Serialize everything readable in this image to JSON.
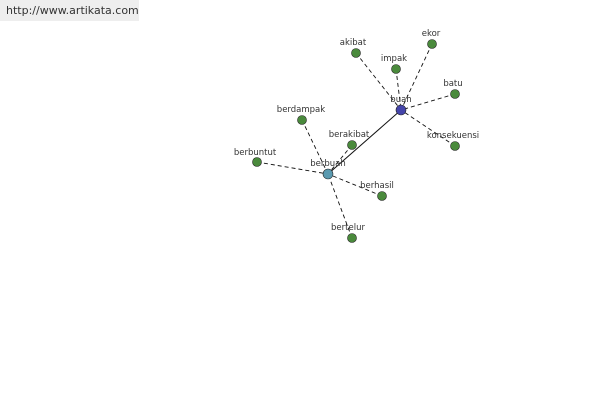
{
  "header": {
    "url_text": "http://www.artikata.com",
    "background_color": "#eeeeee"
  },
  "graph": {
    "colors": {
      "leaf_node": "#4a8a3c",
      "hub_primary": "#4444aa",
      "hub_secondary": "#5a9ab0",
      "edge": "#111111"
    },
    "hubs": [
      {
        "id": "buah",
        "label": "buah",
        "style": "primary"
      },
      {
        "id": "berbuah",
        "label": "berbuah",
        "style": "secondary"
      }
    ],
    "leaves": [
      {
        "id": "akibat",
        "label": "akibat",
        "hub": "buah"
      },
      {
        "id": "impak",
        "label": "impak",
        "hub": "buah"
      },
      {
        "id": "ekor",
        "label": "ekor",
        "hub": "buah"
      },
      {
        "id": "batu",
        "label": "batu",
        "hub": "buah"
      },
      {
        "id": "konsekuensi",
        "label": "konsekuensi",
        "hub": "buah"
      },
      {
        "id": "berdampak",
        "label": "berdampak",
        "hub": "berbuah"
      },
      {
        "id": "berakibat",
        "label": "berakibat",
        "hub": "berbuah"
      },
      {
        "id": "berbuntut",
        "label": "berbuntut",
        "hub": "berbuah"
      },
      {
        "id": "berhasil",
        "label": "berhasil",
        "hub": "berbuah"
      },
      {
        "id": "bertelur",
        "label": "bertelur",
        "hub": "berbuah"
      }
    ],
    "links": [
      {
        "from": "buah",
        "to": "berbuah",
        "style": "solid"
      }
    ]
  }
}
